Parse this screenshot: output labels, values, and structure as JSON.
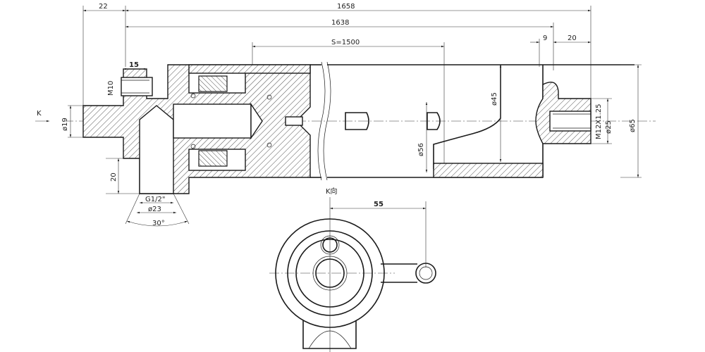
{
  "dimensions": {
    "d22": "22",
    "d1658": "1658",
    "d1638": "1638",
    "stroke": "S=1500",
    "d9": "9",
    "d20_top": "20",
    "d15": "15",
    "m10": "M10",
    "d19": "ø19",
    "d20_left": "20",
    "g12": "G1/2\"",
    "d23": "ø23",
    "angle30": "30°",
    "d45": "ø45",
    "d56": "ø56",
    "m12": "M12X1.25",
    "d25": "ø25",
    "d65": "ø65",
    "d55": "55"
  },
  "views": {
    "k_arrow": "K",
    "k_view": "K向"
  }
}
